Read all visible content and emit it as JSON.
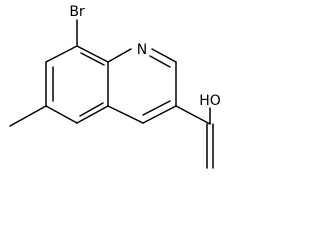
{
  "molecule": {
    "atoms": {
      "bromine": "Br",
      "nitrogen": "N",
      "hydroxyl": "HO"
    },
    "colors": {
      "bond": "#000000",
      "label": "#000000",
      "background": "#ffffff"
    }
  }
}
